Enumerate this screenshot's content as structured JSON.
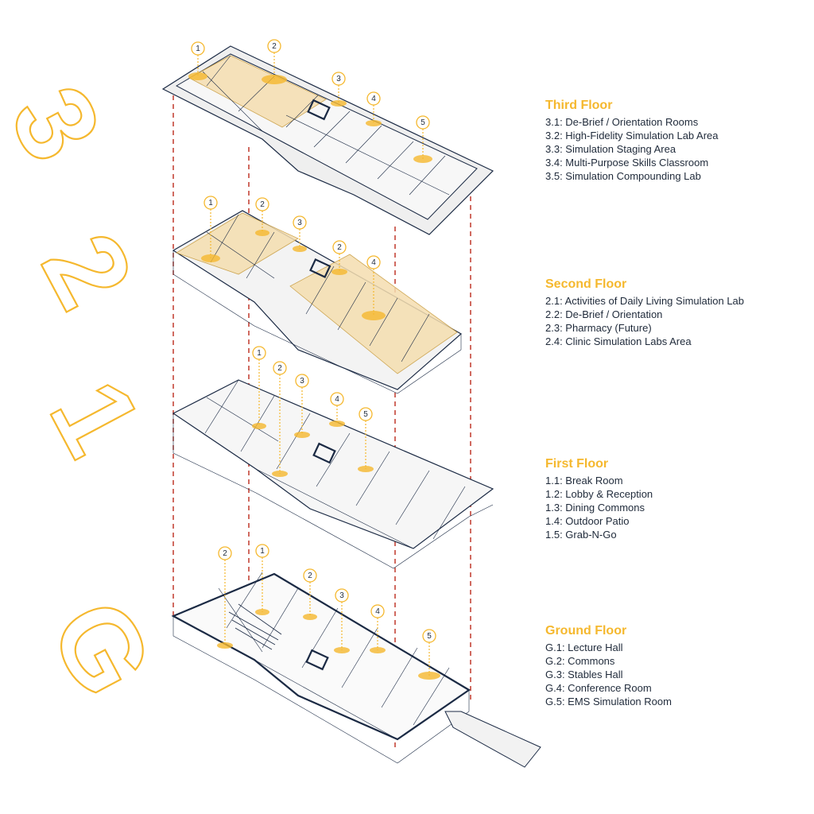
{
  "accent_color": "#f5b82e",
  "line_color": "#1b2a44",
  "guide_color": "#c0392b",
  "big_numbers": [
    "3",
    "2",
    "1",
    "G"
  ],
  "floors": [
    {
      "title": "Third Floor",
      "items": [
        "3.1: De-Brief / Orientation Rooms",
        "3.2: High-Fidelity Simulation Lab Area",
        "3.3: Simulation Staging Area",
        "3.4: Multi-Purpose Skills Classroom",
        "3.5: Simulation Compounding Lab"
      ],
      "markers": [
        "1",
        "2",
        "3",
        "4",
        "5"
      ]
    },
    {
      "title": "Second Floor",
      "items": [
        "2.1: Activities of Daily Living Simulation Lab",
        "2.2: De-Brief / Orientation",
        "2.3: Pharmacy (Future)",
        "2.4: Clinic Simulation Labs Area"
      ],
      "markers": [
        "1",
        "2",
        "3",
        "2",
        "4"
      ]
    },
    {
      "title": "First Floor",
      "items": [
        "1.1: Break Room",
        "1.2: Lobby & Reception",
        "1.3: Dining Commons",
        "1.4: Outdoor Patio",
        "1.5: Grab-N-Go"
      ],
      "markers": [
        "1",
        "2",
        "3",
        "4",
        "5"
      ]
    },
    {
      "title": "Ground Floor",
      "items": [
        "G.1: Lecture Hall",
        "G.2: Commons",
        "G.3: Stables Hall",
        "G.4: Conference Room",
        "G.5: EMS Simulation Room"
      ],
      "markers": [
        "2",
        "1",
        "2",
        "3",
        "4",
        "5"
      ]
    }
  ]
}
